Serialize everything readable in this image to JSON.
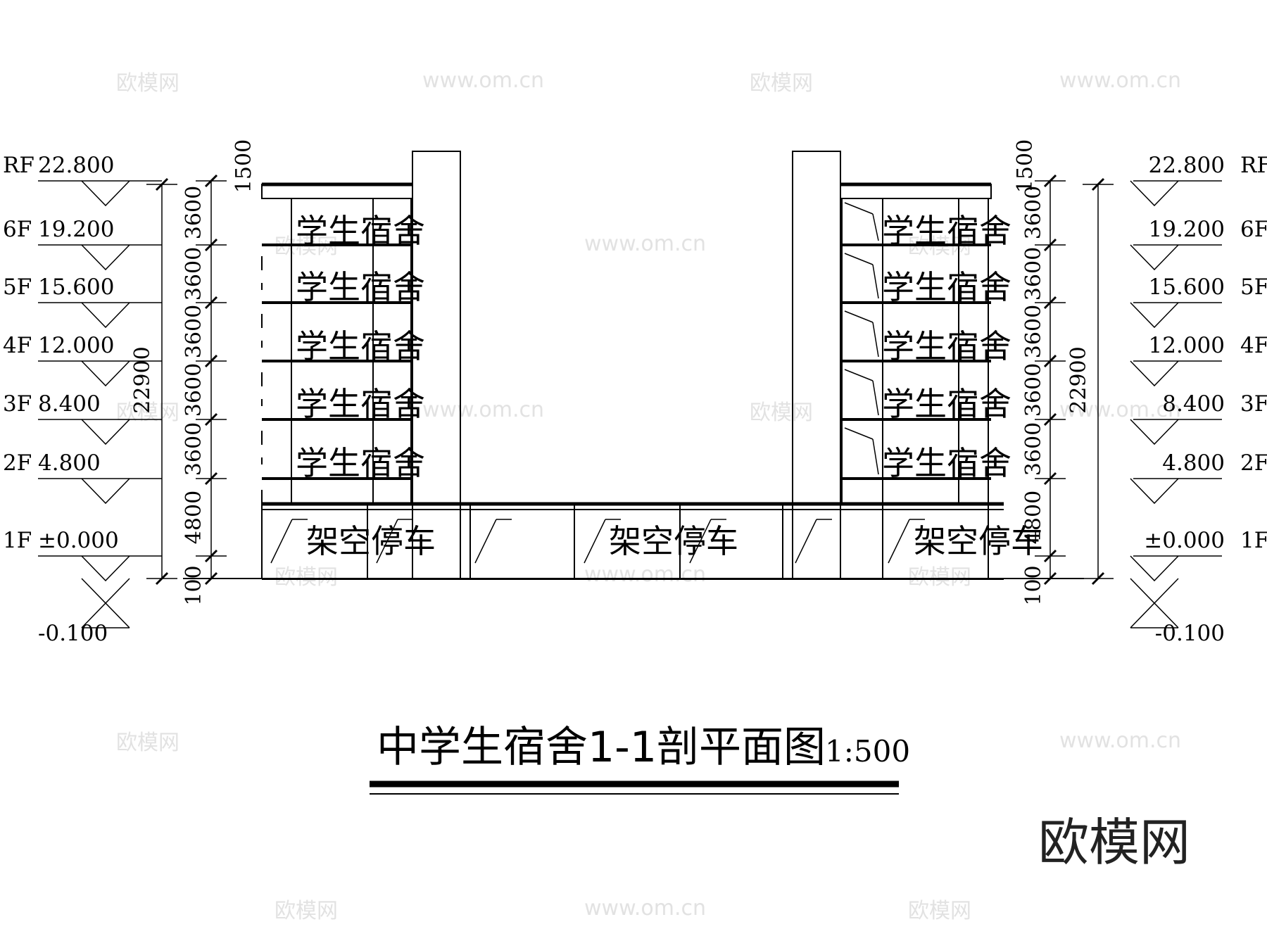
{
  "drawing": {
    "title": "中学生宿舍1-1剖平面图",
    "scale": "1:500",
    "brand": "欧模网",
    "watermark_text": "欧模网",
    "watermark_url": "www.om.cn",
    "levels": [
      {
        "floor": "RF",
        "elev": "22.800"
      },
      {
        "floor": "6F",
        "elev": "19.200"
      },
      {
        "floor": "5F",
        "elev": "15.600"
      },
      {
        "floor": "4F",
        "elev": "12.000"
      },
      {
        "floor": "3F",
        "elev": "8.400"
      },
      {
        "floor": "2F",
        "elev": "4.800"
      },
      {
        "floor": "1F",
        "elev": "±0.000"
      }
    ],
    "ground_elev": "-0.100",
    "dims_segments": [
      "1500",
      "3600",
      "3600",
      "3600",
      "3600",
      "3600",
      "4800",
      "100"
    ],
    "dim_total": "22900",
    "room_label": "学生宿舍",
    "parking_label": "架空停车",
    "colors": {
      "line": "#000000",
      "watermark": "#e2e2e2"
    }
  }
}
